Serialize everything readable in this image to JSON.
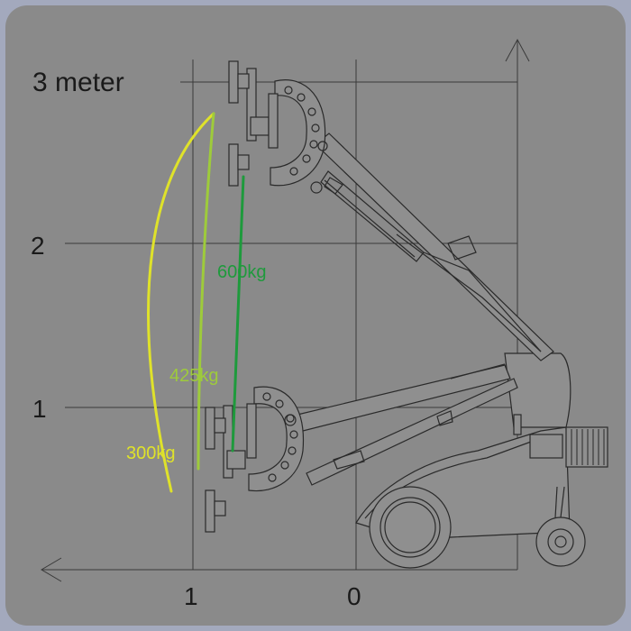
{
  "axis_labels": {
    "y_top": "3 meter",
    "y_2": "2",
    "y_1": "1",
    "x_1": "1",
    "x_0": "0"
  },
  "load_curves": [
    {
      "label": "300kg",
      "color": "#dfe22a"
    },
    {
      "label": "425kg",
      "color": "#9ecb3b"
    },
    {
      "label": "600kg",
      "color": "#1e9a3c"
    }
  ],
  "colors": {
    "page_background": "#a3a9bd",
    "panel": "#8a8a8a",
    "grid": "#3a3a3a",
    "machine_line": "#2a2a2a"
  }
}
